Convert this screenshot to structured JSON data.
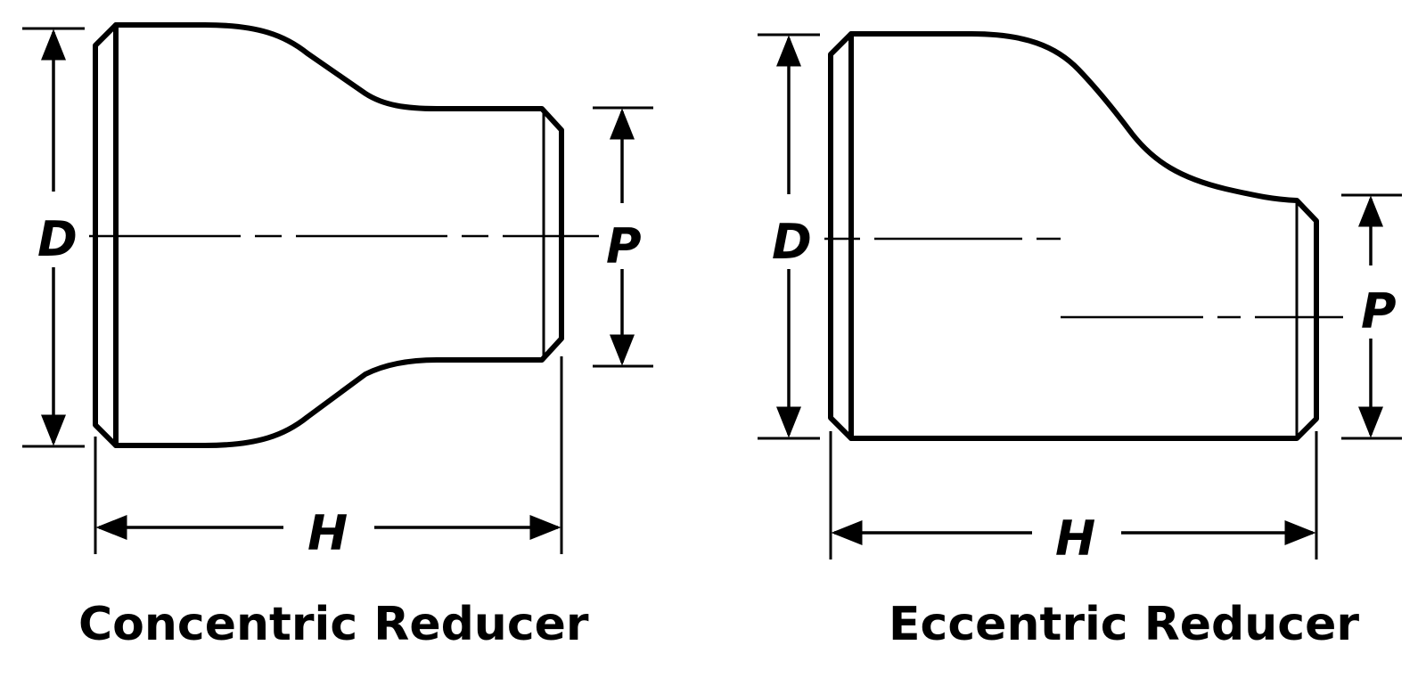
{
  "concentric": {
    "title": "Concentric Reducer",
    "label_d": "D",
    "label_p": "P",
    "label_h": "H"
  },
  "eccentric": {
    "title": "Eccentric Reducer",
    "label_d": "D",
    "label_p": "P",
    "label_h": "H"
  }
}
